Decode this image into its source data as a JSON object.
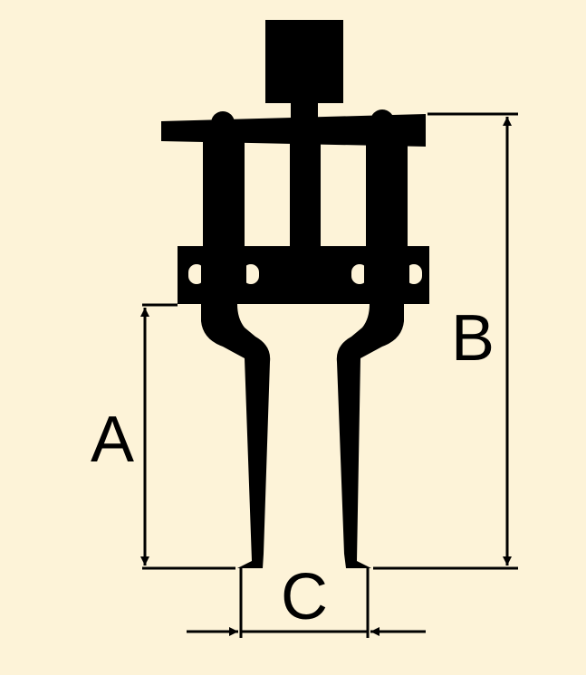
{
  "colors": {
    "background": "#fdf3d8",
    "ink": "#000000"
  },
  "labels": {
    "a": "A",
    "b": "B",
    "c": "C"
  }
}
